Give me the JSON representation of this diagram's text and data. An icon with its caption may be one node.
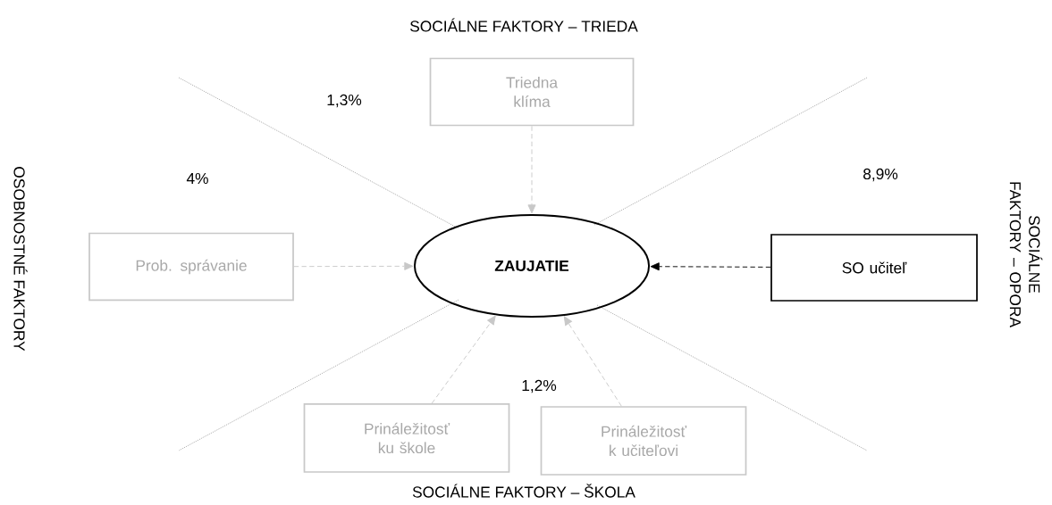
{
  "diagram": {
    "nodes": [
      {
        "text": [
          "Triedna klíma"
        ]
      },
      {
        "text": [
          "Prob. správanie"
        ]
      },
      {
        "text": [
          "ZAUJATIE"
        ]
      },
      {
        "text": [
          "SO učiteľ"
        ]
      },
      {
        "text": [
          "Prináležitosť ku škole"
        ]
      },
      {
        "text": [
          "Prináležitosť k učiteľovi"
        ]
      }
    ],
    "edges": [
      {
        "from": 0,
        "to": 2,
        "arrow": "to",
        "style": "dashed"
      },
      {
        "from": 1,
        "to": 2,
        "arrow": "to",
        "style": "dashed"
      },
      {
        "from": 3,
        "to": 2,
        "arrow": "to",
        "style": "dashed",
        "color": "#000000"
      },
      {
        "from": 4,
        "to": 2,
        "arrow": "to",
        "style": "dashed"
      },
      {
        "from": 5,
        "to": 2,
        "arrow": "to",
        "style": "dashed"
      }
    ],
    "labels": [
      "SOCIÁLNE FAKTORY – TRIEDA",
      "1,3%",
      "OSOBNOSTNÉ FAKTORY",
      "4%",
      "8,9%",
      "SOCIÁLNE FAKTORY – OPORA",
      "1,2%",
      "SOCIÁLNE FAKTORY – ŠKOLA"
    ]
  }
}
